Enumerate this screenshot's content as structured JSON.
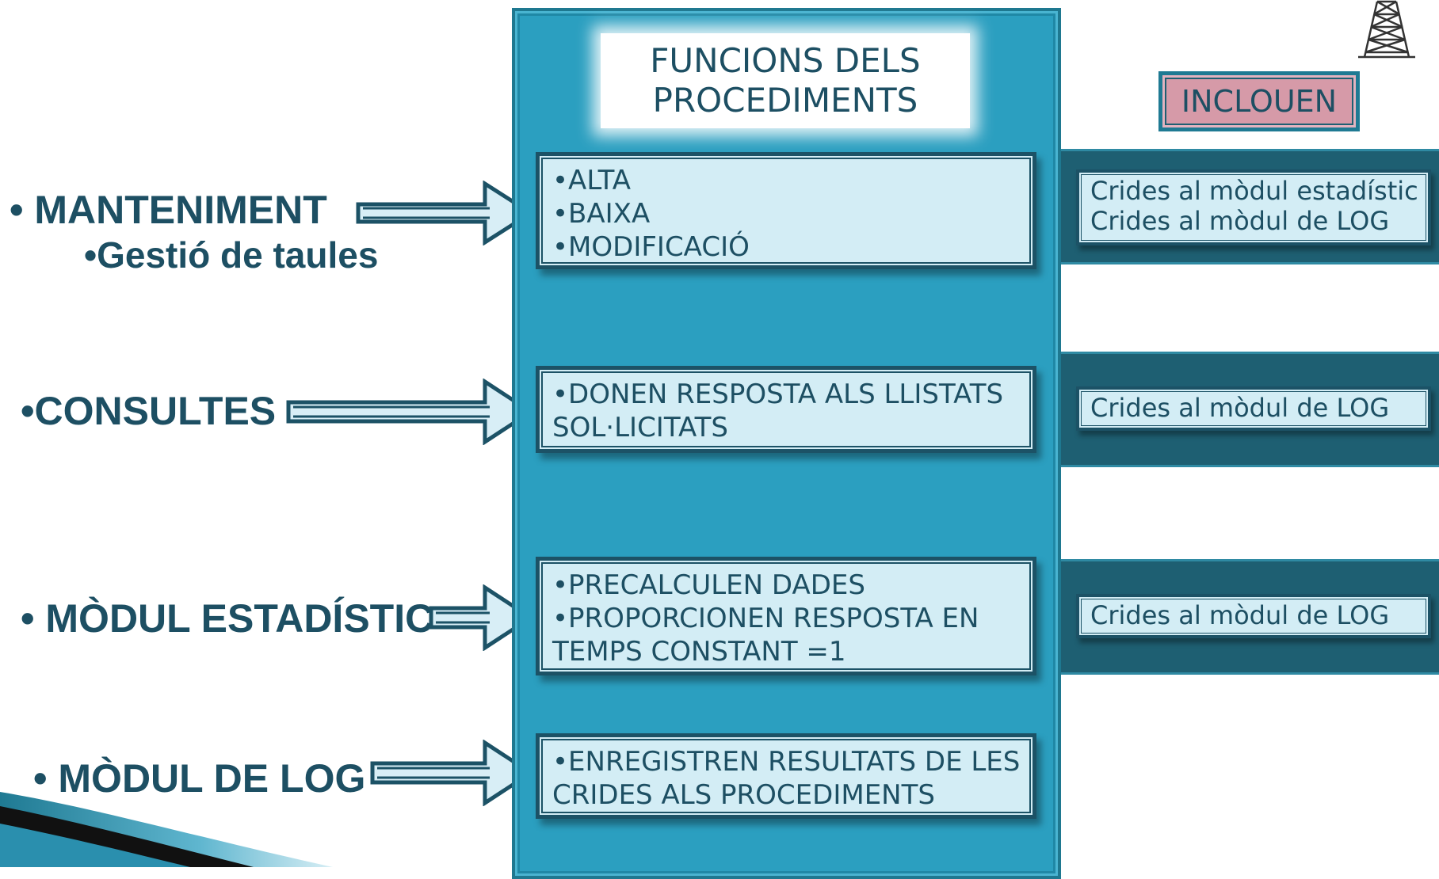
{
  "left_labels": {
    "manteniment": "• MANTENIMENT",
    "gestio": "•Gestió de taules",
    "consultes": "•CONSULTES",
    "modul_estadistic": "• MÒDUL ESTADÍSTIC",
    "modul_log": "• MÒDUL DE LOG"
  },
  "center": {
    "title_line1": "FUNCIONS DELS",
    "title_line2": "PROCEDIMENTS",
    "box1": [
      "•ALTA",
      "•BAIXA",
      "•MODIFICACIÓ"
    ],
    "box2": [
      "•DONEN RESPOSTA ALS LLISTATS",
      "SOL·LICITATS"
    ],
    "box3": [
      "•PRECALCULEN DADES",
      "•PROPORCIONEN RESPOSTA EN",
      "TEMPS CONSTANT =1"
    ],
    "box4": [
      "•ENREGISTREN  RESULTATS DE LES",
      "CRIDES ALS PROCEDIMENTS"
    ]
  },
  "right": {
    "header": "INCLOUEN",
    "row1": [
      "Crides al mòdul estadístic",
      "Crides al mòdul de LOG"
    ],
    "row2": [
      "Crides al mòdul de LOG"
    ],
    "row3": [
      "Crides al mòdul de LOG"
    ]
  },
  "colors": {
    "panel": "#2b9fc0",
    "text": "#1d4f63",
    "box_fill": "#d3edf5",
    "band": "#1e5f72",
    "inclouen_fill": "#d69aa8"
  },
  "icons": [
    "transmission-tower-icon",
    "arrow-right-icon"
  ]
}
